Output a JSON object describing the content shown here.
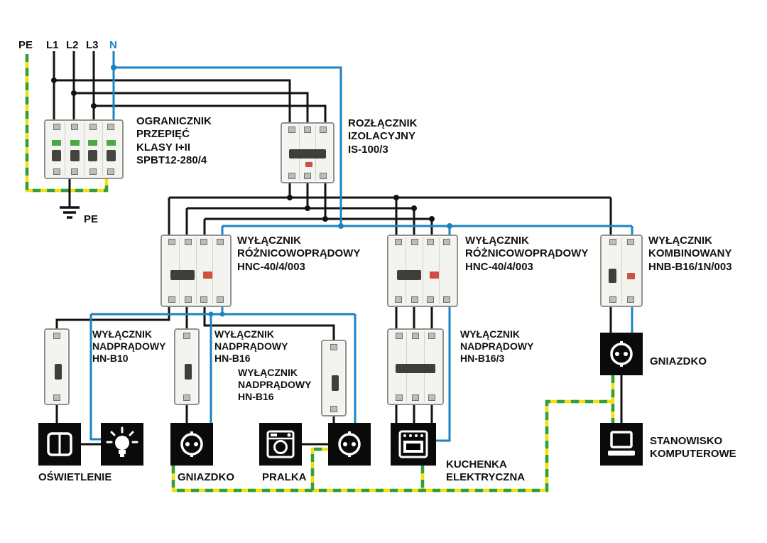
{
  "colors": {
    "phase": "#121212",
    "neutral": "#1d82c4",
    "pe_green": "#2f9e44",
    "pe_yellow": "#f4df0e"
  },
  "feeds": {
    "pe": "PE",
    "l1": "L1",
    "l2": "L2",
    "l3": "L3",
    "n": "N"
  },
  "ground": {
    "label": "PE"
  },
  "devices": {
    "surge": {
      "label": "OGRANICZNIK\nPRZEPIĘĆ\nKLASY I+II\nSPBT12-280/4"
    },
    "isolator": {
      "label": "ROZŁĄCZNIK\nIZOLACYJNY\nIS-100/3"
    },
    "rcd1": {
      "label": "WYŁĄCZNIK\nRÓŻNICOWOPRĄDOWY\nHNC-40/4/003"
    },
    "rcd2": {
      "label": "WYŁĄCZNIK\nRÓŻNICOWOPRĄDOWY\nHNC-40/4/003"
    },
    "combined": {
      "label": "WYŁĄCZNIK\nKOMBINOWANY\nHNB-B16/1N/003"
    },
    "mcb_b10": {
      "label": "WYŁĄCZNIK\nNADPRĄDOWY\nHN-B10"
    },
    "mcb_b16_a": {
      "label": "WYŁĄCZNIK\nNADPRĄDOWY\nHN-B16"
    },
    "mcb_b16_b": {
      "label": "WYŁĄCZNIK\nNADPRĄDOWY\nHN-B16"
    },
    "mcb_b16_3": {
      "label": "WYŁĄCZNIK\nNADPRĄDOWY\nHN-B16/3"
    }
  },
  "loads": {
    "lighting": {
      "label": "OŚWIETLENIE"
    },
    "socket1": {
      "label": "GNIAZDKO"
    },
    "washer": {
      "label": "PRALKA"
    },
    "cooker": {
      "label": "KUCHENKA\nELEKTRYCZNA"
    },
    "socket2": {
      "label": "GNIAZDKO"
    },
    "computer": {
      "label": "STANOWISKO\nKOMPUTEROWE"
    }
  }
}
